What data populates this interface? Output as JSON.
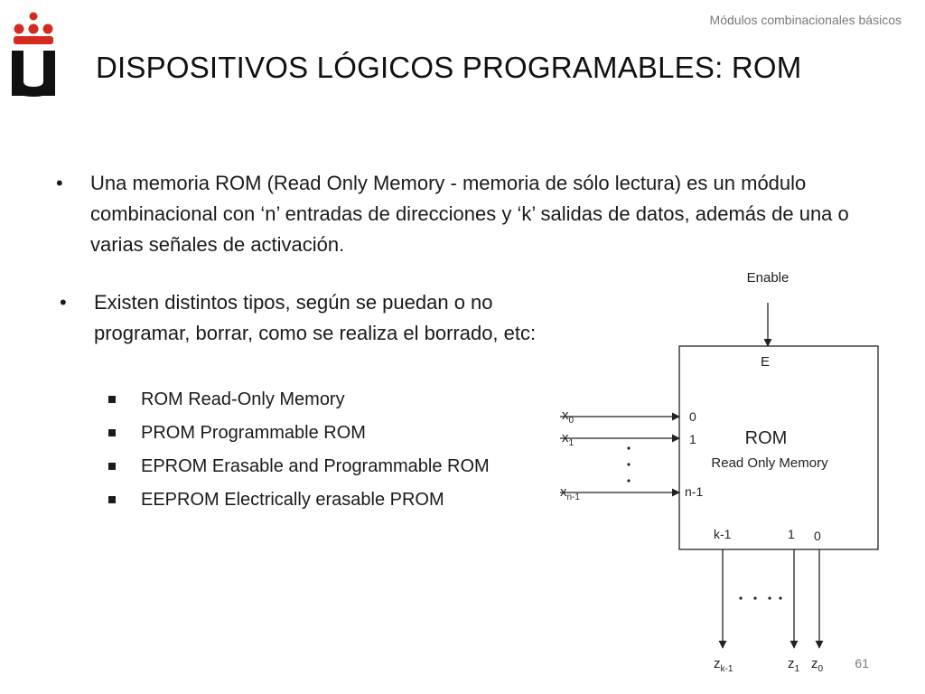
{
  "header": {
    "section": "Módulos combinacionales básicos"
  },
  "slide": {
    "title": "DISPOSITIVOS LÓGICOS PROGRAMABLES: ROM",
    "bullet1": "Una memoria ROM (Read Only Memory - memoria de sólo lectura) es un módulo combinacional con ‘n’ entradas de direcciones y ‘k’ salidas de datos, además de una o varias señales de activación.",
    "bullet2": "Existen distintos tipos, según se puedan o no programar, borrar, como se realiza el borrado, etc:",
    "subitems": [
      "ROM Read-Only Memory",
      "PROM Programmable ROM",
      "EPROM Erasable and Programmable ROM",
      "EEPROM Electrically erasable PROM"
    ]
  },
  "diagram": {
    "enable_label": "Enable",
    "e_pin": "E",
    "block_title": "ROM",
    "block_subtitle": "Read Only Memory",
    "inputs": [
      {
        "name": "x",
        "sub": "0",
        "pin": "0"
      },
      {
        "name": "x",
        "sub": "1",
        "pin": "1"
      },
      {
        "name": "x",
        "sub": "n-1",
        "pin": "n-1"
      }
    ],
    "outputs": [
      {
        "name": "z",
        "sub": "k-1",
        "pin": "k-1"
      },
      {
        "name": "z",
        "sub": "1",
        "pin": "1"
      },
      {
        "name": "z",
        "sub": "0",
        "pin": "0"
      }
    ],
    "vertical_dots": ".\n.\n.",
    "horizontal_dots": ". . . ."
  },
  "footer": {
    "page_number": "61"
  },
  "colors": {
    "logo_red": "#d42a1f",
    "logo_black": "#111111",
    "line": "#222222"
  },
  "icons": {
    "logo": "urjc-logo-icon"
  }
}
